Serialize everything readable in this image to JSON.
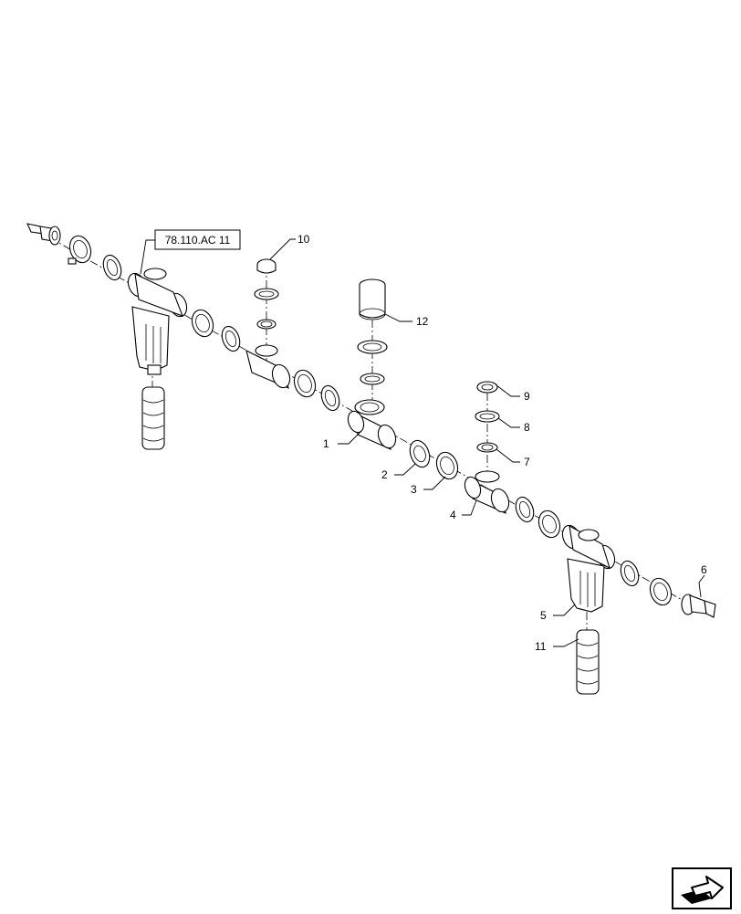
{
  "reference_label": "78.110.AC 11",
  "callouts": [
    "1",
    "2",
    "3",
    "4",
    "5",
    "6",
    "7",
    "8",
    "9",
    "10",
    "11",
    "12"
  ],
  "nav_icon": "next-page-arrow-icon"
}
